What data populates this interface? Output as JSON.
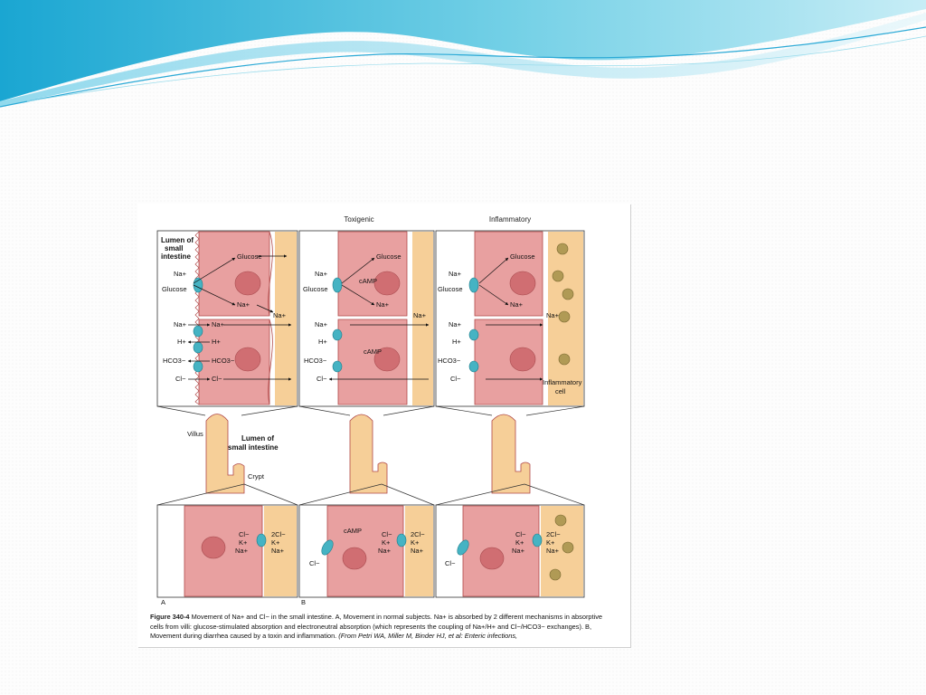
{
  "figure": {
    "col_headers": [
      "Toxigenic",
      "Inflammatory"
    ],
    "lumen_top": "Lumen of small intestine",
    "labels": {
      "glucose": "Glucose",
      "na": "Na+",
      "h": "H+",
      "hco3": "HCO3−",
      "cl": "Cl−",
      "k": "K+",
      "two_cl": "2Cl−",
      "camp": "cAMP",
      "inflammatory_cell": "Inflammatory cell",
      "villus": "Villus",
      "lumen_mid": "Lumen of small intestine",
      "crypt": "Crypt"
    },
    "panel_a": "A",
    "panel_b": "B",
    "caption": {
      "figure_no": "Figure 340-4",
      "text": "Movement of Na+ and Cl− in the small intestine. A, Movement in normal subjects. Na+ is absorbed by 2 different mechanisms in absorptive cells from villi: glucose-stimulated absorption and electroneutral absorption (which represents the coupling of Na+/H+ and Cl−/HCO3− exchanges). B, Movement during diarrhea caused by a toxin and inflammation.",
      "source": "(From Petri WA, Miller M, Binder HJ, et al: Enteric infections,"
    }
  },
  "theme": {
    "cell_fill": "#e8a0a0",
    "cell_stroke": "#b04848",
    "nucleus": "#d06e72",
    "interstitium": "#f6cf98",
    "transporter": "#45b3c3",
    "swoosh": "#5bc4df"
  }
}
